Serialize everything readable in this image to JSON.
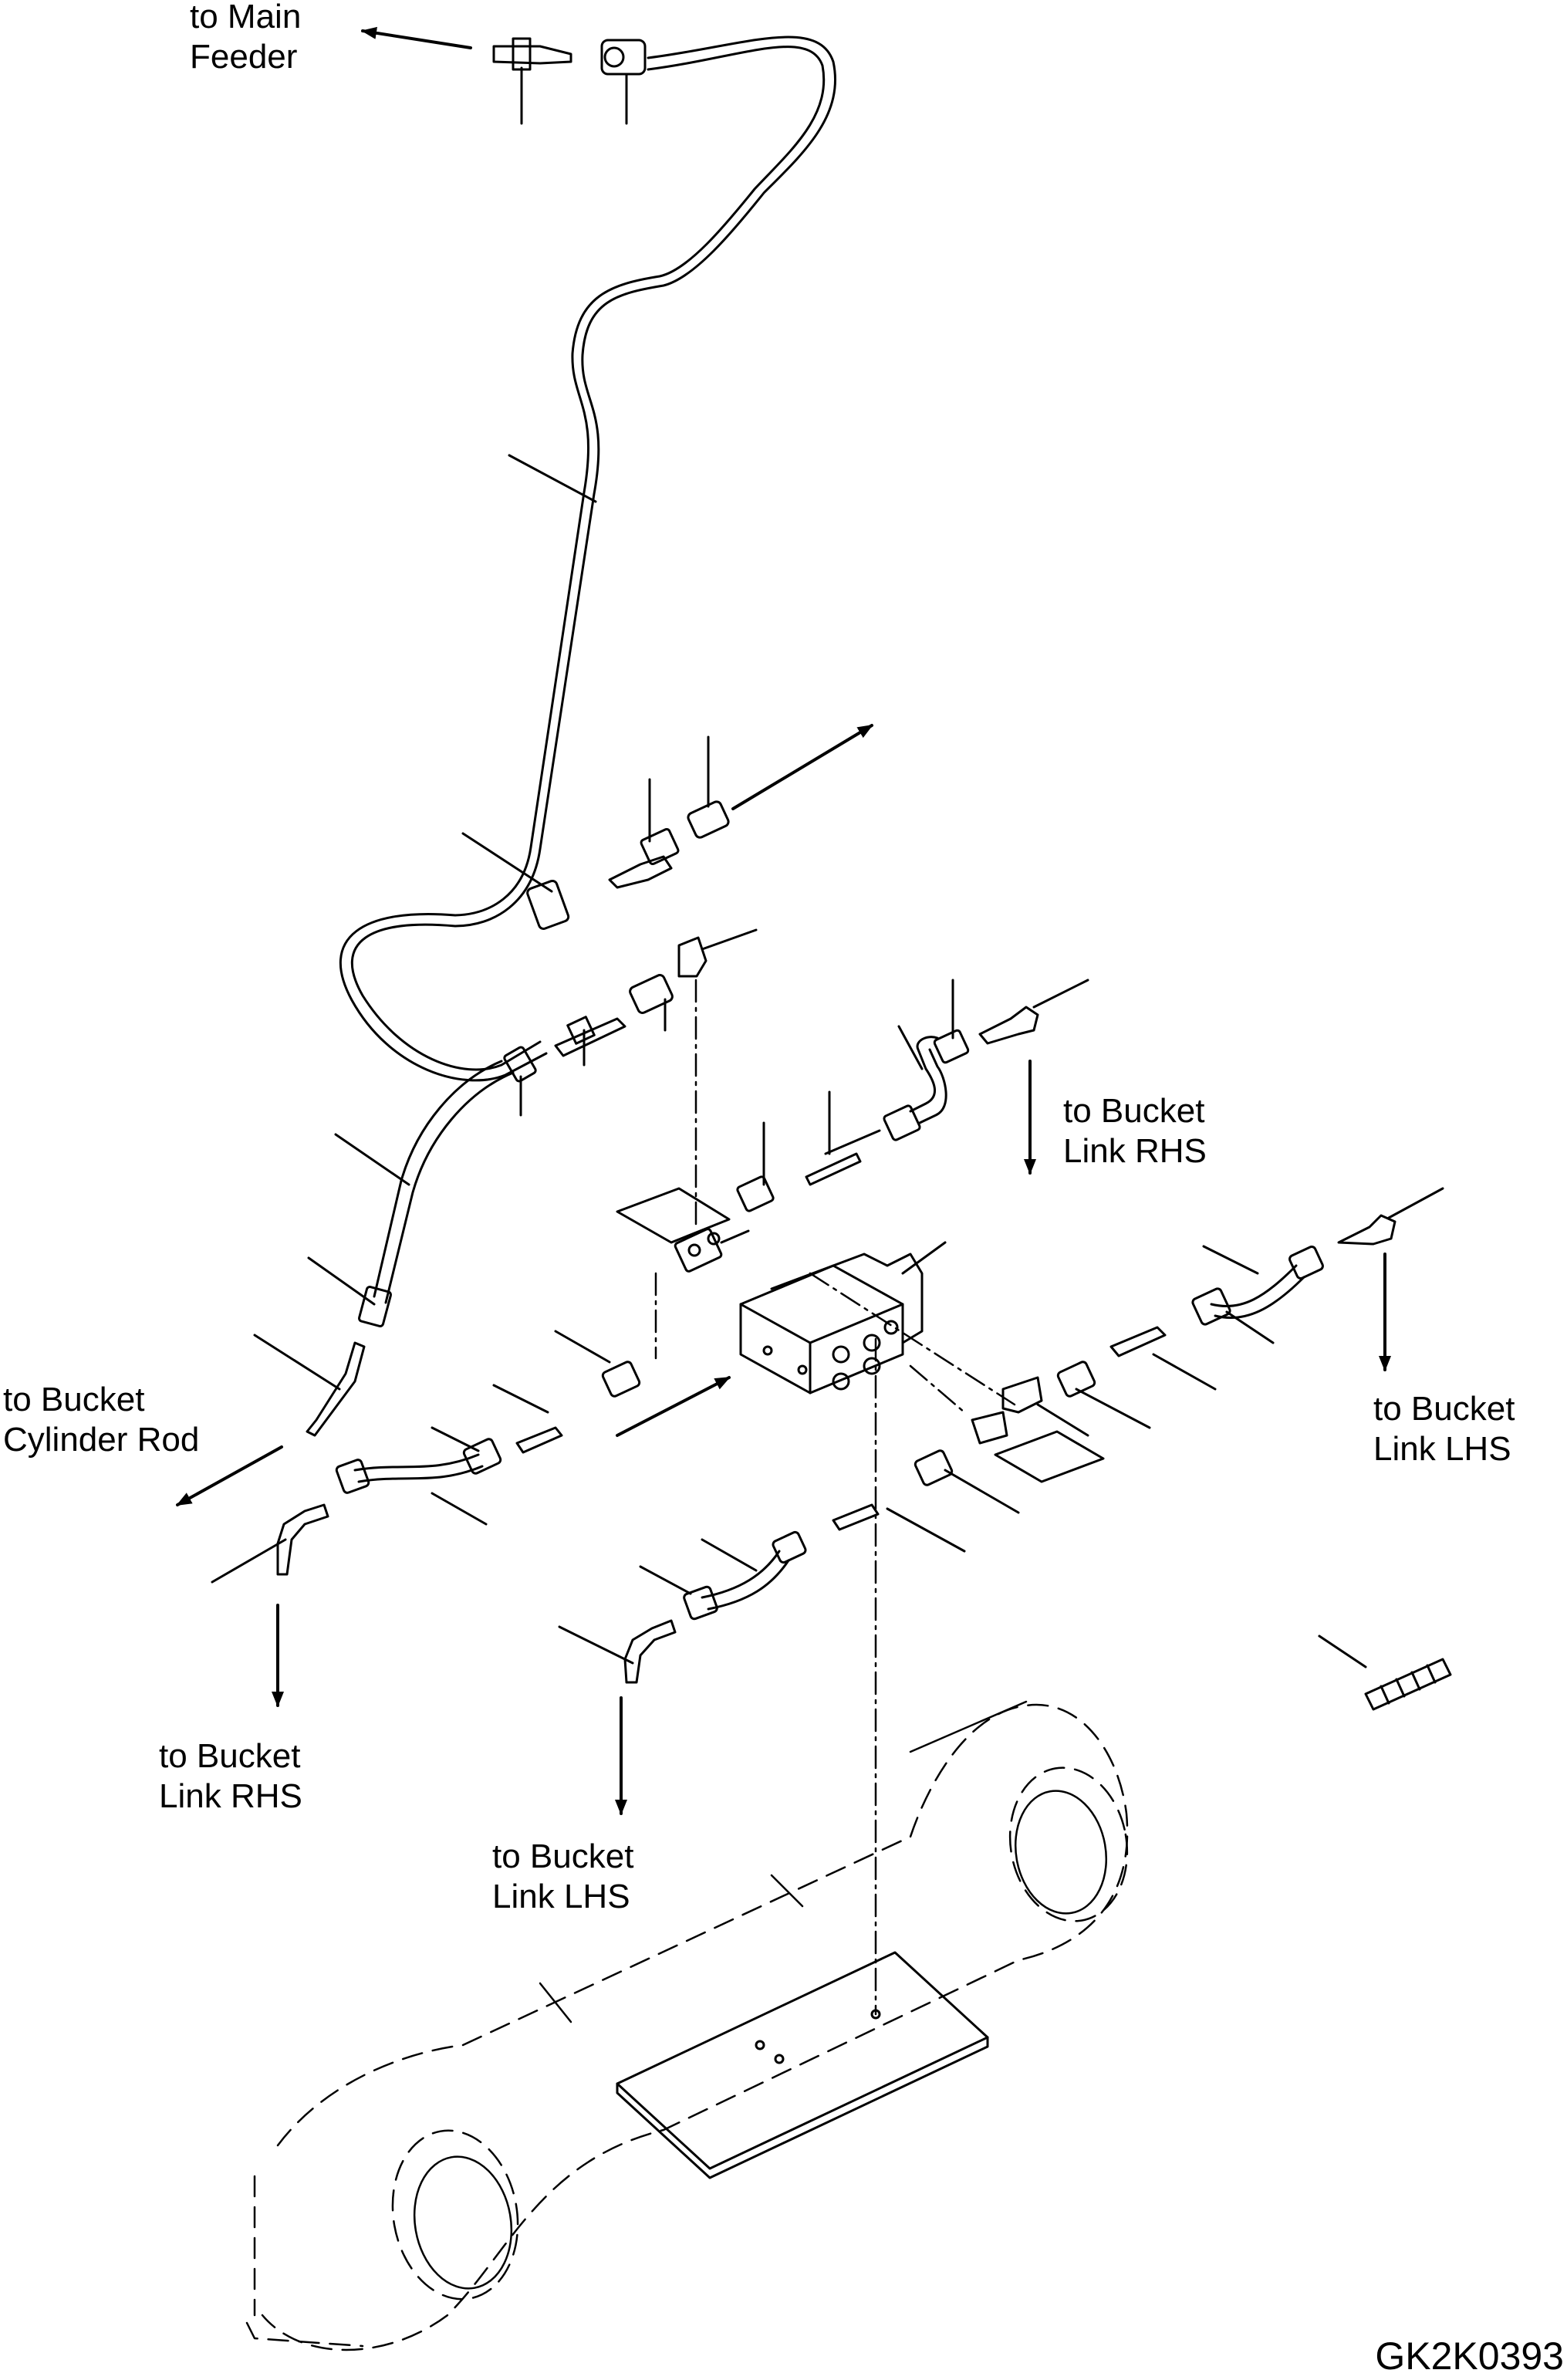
{
  "labels": {
    "main_feeder": [
      "to Main",
      "Feeder"
    ],
    "bucket_link_rhs_upper": [
      "to Bucket",
      "Link RHS"
    ],
    "bucket_cylinder_rod": [
      "to Bucket",
      "Cylinder Rod"
    ],
    "bucket_link_lhs_right": [
      "to Bucket",
      "Link LHS"
    ],
    "bucket_link_rhs_lower": [
      "to Bucket",
      "Link RHS"
    ],
    "bucket_link_lhs_lower": [
      "to Bucket",
      "Link LHS"
    ]
  },
  "drawing_code": "GK2K0393"
}
